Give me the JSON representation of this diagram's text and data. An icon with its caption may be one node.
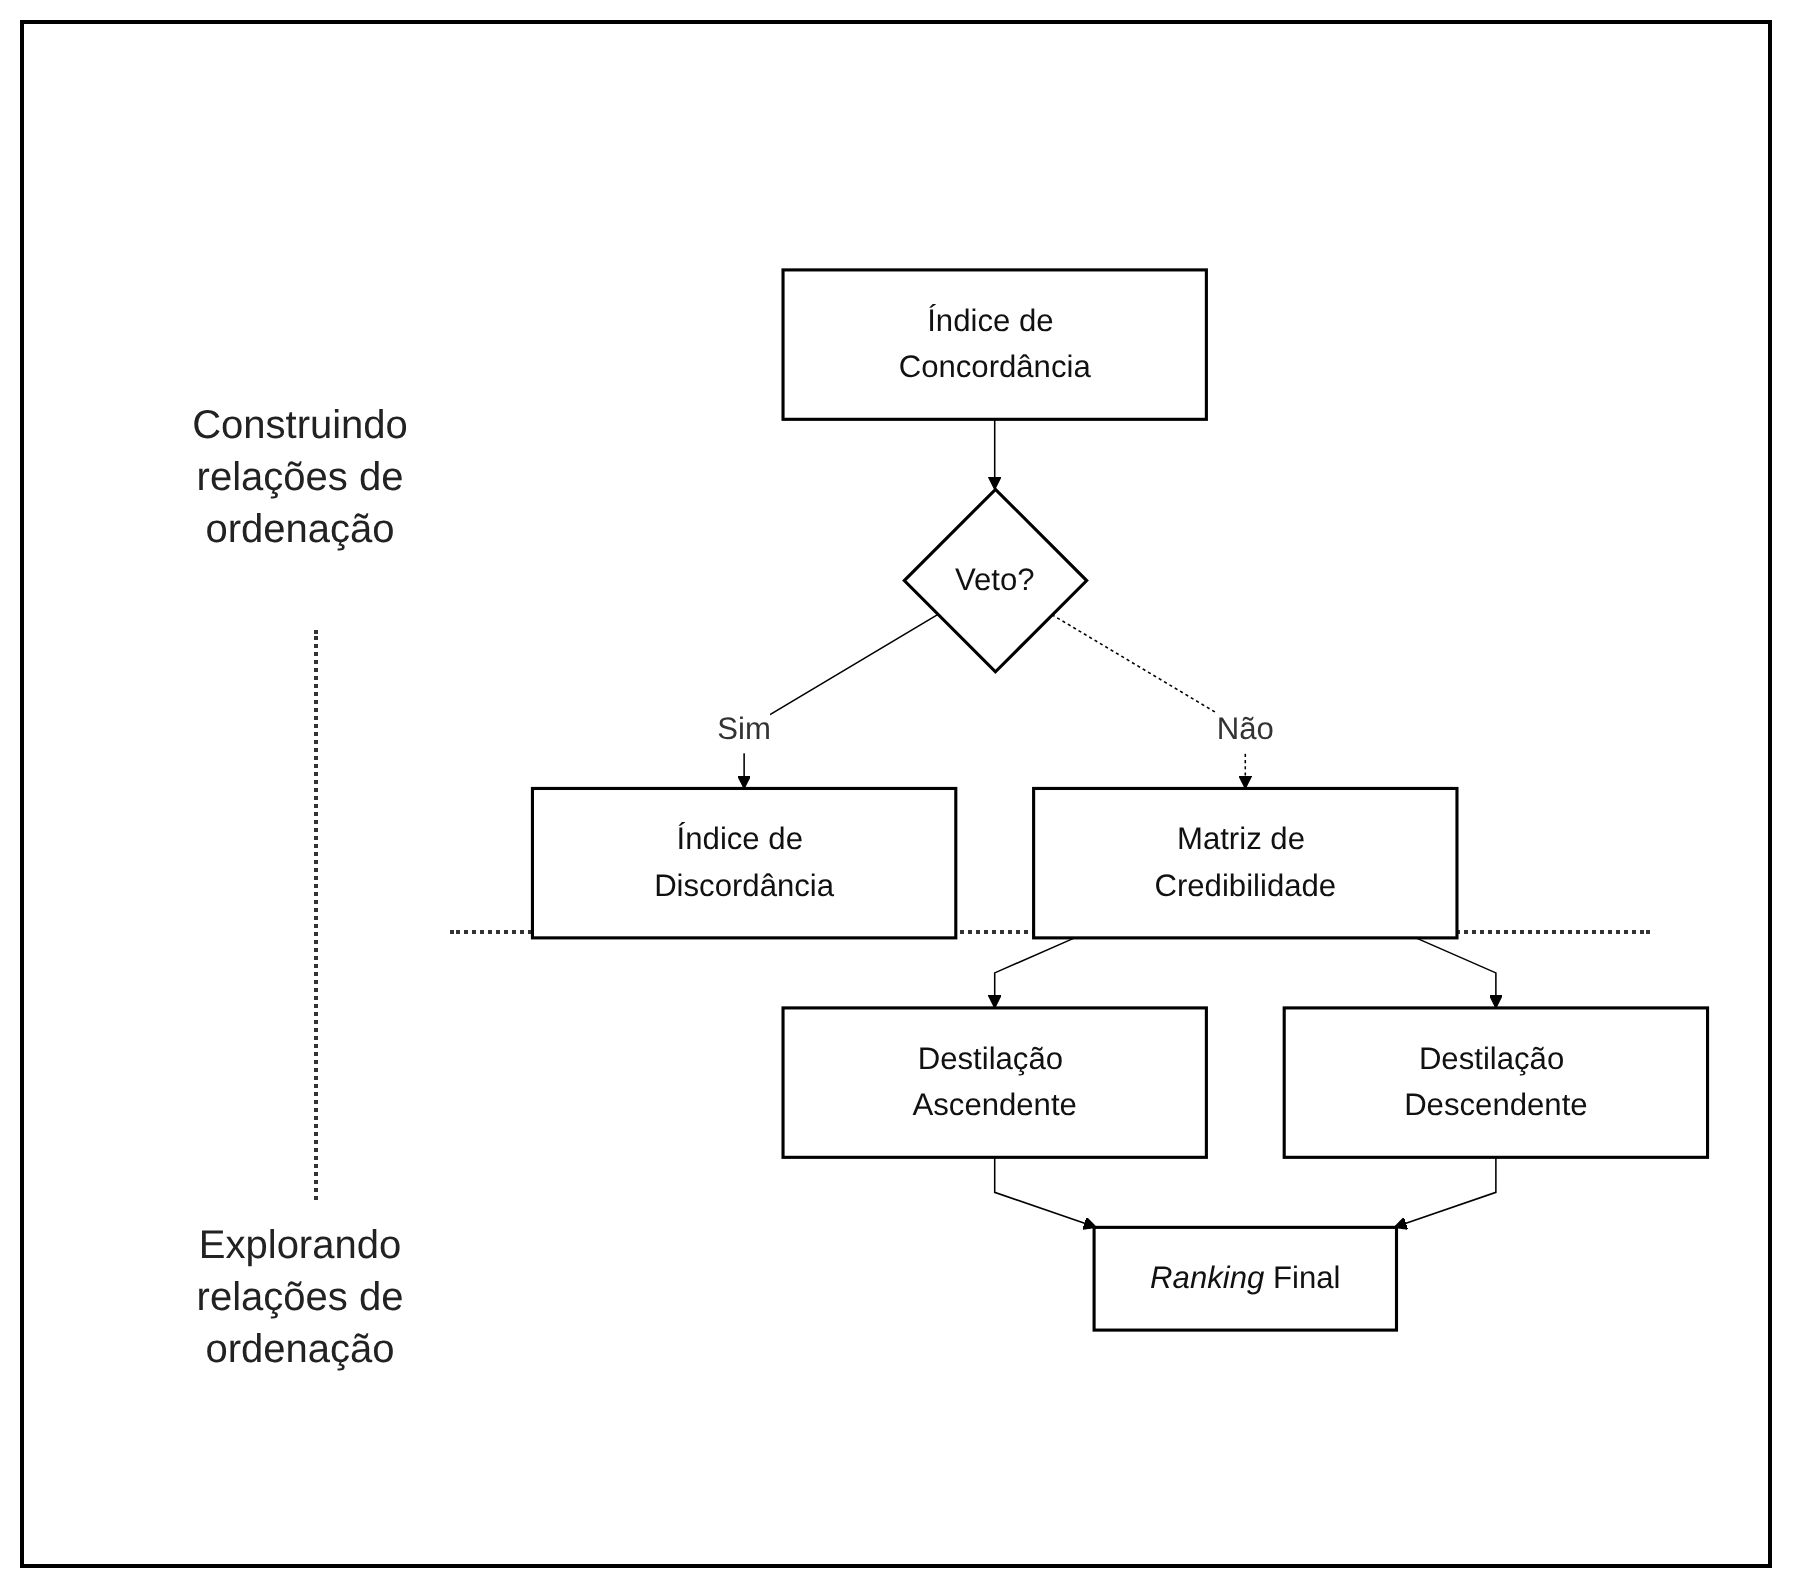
{
  "diagram": {
    "nodes": [
      {
        "text": [
          "Índice de Concordância"
        ]
      },
      {
        "text": [
          "Veto?"
        ]
      },
      {
        "text": [
          "Índice de Discordância"
        ]
      },
      {
        "text": [
          "Matriz de Credibilidade"
        ]
      },
      {
        "text": [
          "Destilação Ascendente"
        ]
      },
      {
        "text": [
          "Destilação Descendente"
        ]
      },
      {
        "text": [
          "*Ranking* Final"
        ]
      }
    ],
    "edges": [
      {
        "from": 0,
        "to": 1,
        "arrow": "to"
      },
      {
        "from": 1,
        "to": 2,
        "arrow": "to",
        "label": "Sim"
      },
      {
        "from": 1,
        "to": 3,
        "arrow": "to",
        "label": "Não",
        "style": "dashed"
      },
      {
        "from": 3,
        "to": 4,
        "arrow": "to"
      },
      {
        "from": 3,
        "to": 5,
        "arrow": "to"
      },
      {
        "from": 4,
        "to": 6,
        "arrow": "to"
      },
      {
        "from": 5,
        "to": 6,
        "arrow": "to"
      }
    ],
    "labels": [
      "Construindo relações de ordenação",
      "Explorando relações de ordenação"
    ]
  }
}
